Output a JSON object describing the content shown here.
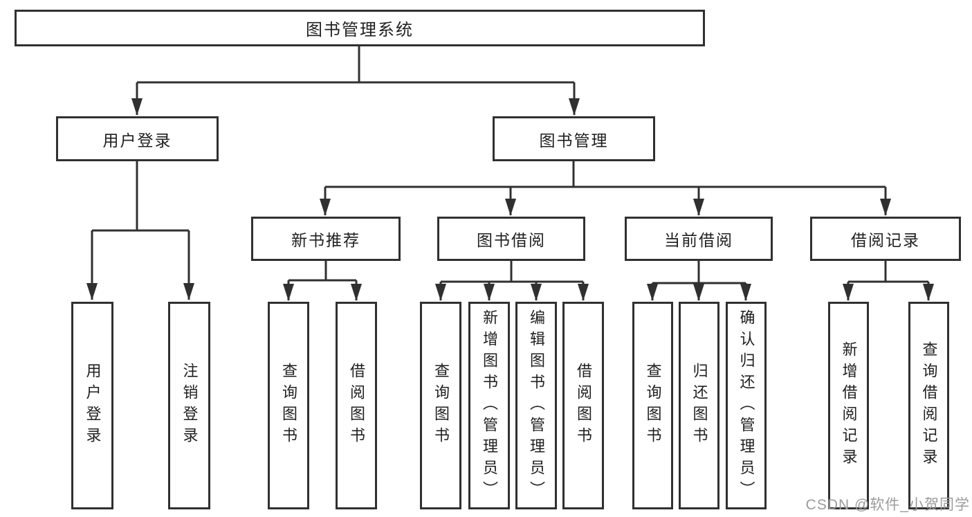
{
  "tree": {
    "label": "图书管理系统",
    "children": [
      {
        "label": "用户登录",
        "children": [
          {
            "label": "用户登录"
          },
          {
            "label": "注销登录"
          }
        ]
      },
      {
        "label": "图书管理",
        "children": [
          {
            "label": "新书推荐",
            "children": [
              {
                "label": "查询图书"
              },
              {
                "label": "借阅图书"
              }
            ]
          },
          {
            "label": "图书借阅",
            "children": [
              {
                "label": "查询图书"
              },
              {
                "label": "新增图书（管理员）"
              },
              {
                "label": "编辑图书（管理员）"
              },
              {
                "label": "借阅图书"
              }
            ]
          },
          {
            "label": "当前借阅",
            "children": [
              {
                "label": "查询图书"
              },
              {
                "label": "归还图书"
              },
              {
                "label": "确认归还（管理员）"
              }
            ]
          },
          {
            "label": "借阅记录",
            "children": [
              {
                "label": "新增借阅记录"
              },
              {
                "label": "查询借阅记录"
              }
            ]
          }
        ]
      }
    ]
  },
  "watermark": {
    "text": "CSDN @软件_小贺同学"
  },
  "colors": {
    "line": "#303030",
    "text": "#1f1f1f",
    "watermark_gray": "#9b9b9b",
    "background": "#ffffff"
  }
}
